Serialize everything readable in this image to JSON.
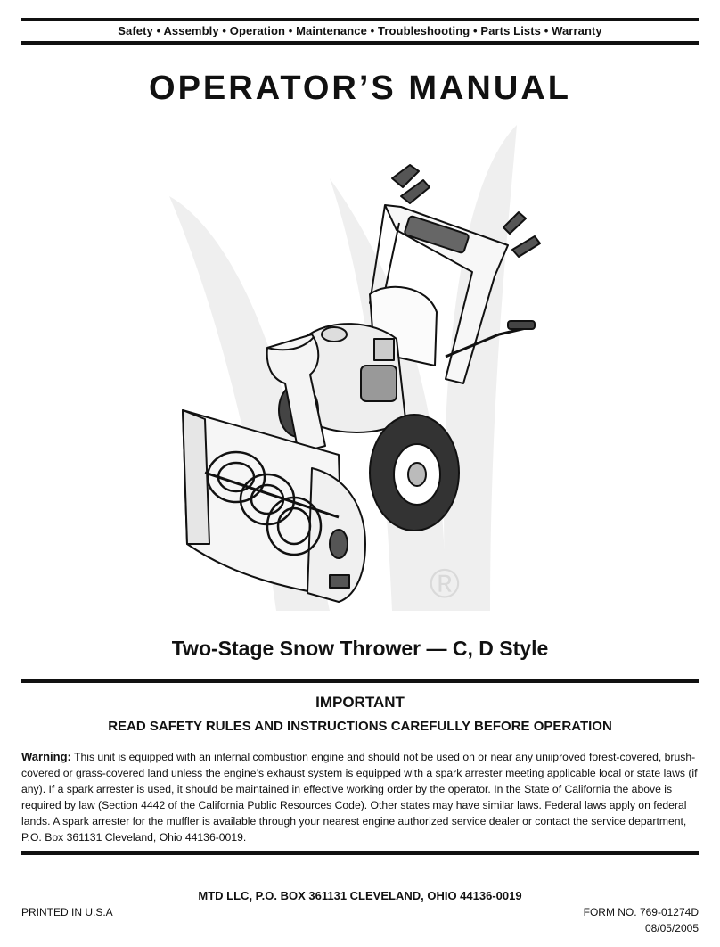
{
  "header": {
    "topics": "Safety • Assembly • Operation • Maintenance • Troubleshooting • Parts Lists • Warranty",
    "title": "OPERATOR’S MANUAL"
  },
  "illustration": {
    "icon": "snow-thrower-illustration",
    "registered_mark": "®"
  },
  "product": {
    "subtitle": "Two-Stage Snow Thrower — C, D Style"
  },
  "notice": {
    "important": "IMPORTANT",
    "read_rules": "READ SAFETY RULES AND INSTRUCTIONS CAREFULLY BEFORE OPERATION",
    "warning_label": "Warning:",
    "warning_text": " This unit is equipped with an internal combustion engine and should not be used on or near any uniiproved forest-covered, brush-covered or grass-covered land unless the engine’s exhaust system is equipped with a spark arrester meeting applicable local or state laws (if any). If a spark arrester is used, it should be maintained in effective working order by the operator. In the State of California the above is required by law (Section 4442 of the California Public Resources Code). Other states may have similar laws. Federal laws apply on federal lands. A spark arrester for the muffler is available through your nearest engine authorized service dealer or contact the service department, P.O. Box 361131 Cleveland, Ohio 44136-0019."
  },
  "footer": {
    "address": "MTD LLC, P.O. BOX 361131 CLEVELAND, OHIO 44136-0019",
    "printed": "PRINTED IN U.S.A",
    "form_no": "FORM NO. 769-01274D",
    "date": "08/05/2005"
  }
}
